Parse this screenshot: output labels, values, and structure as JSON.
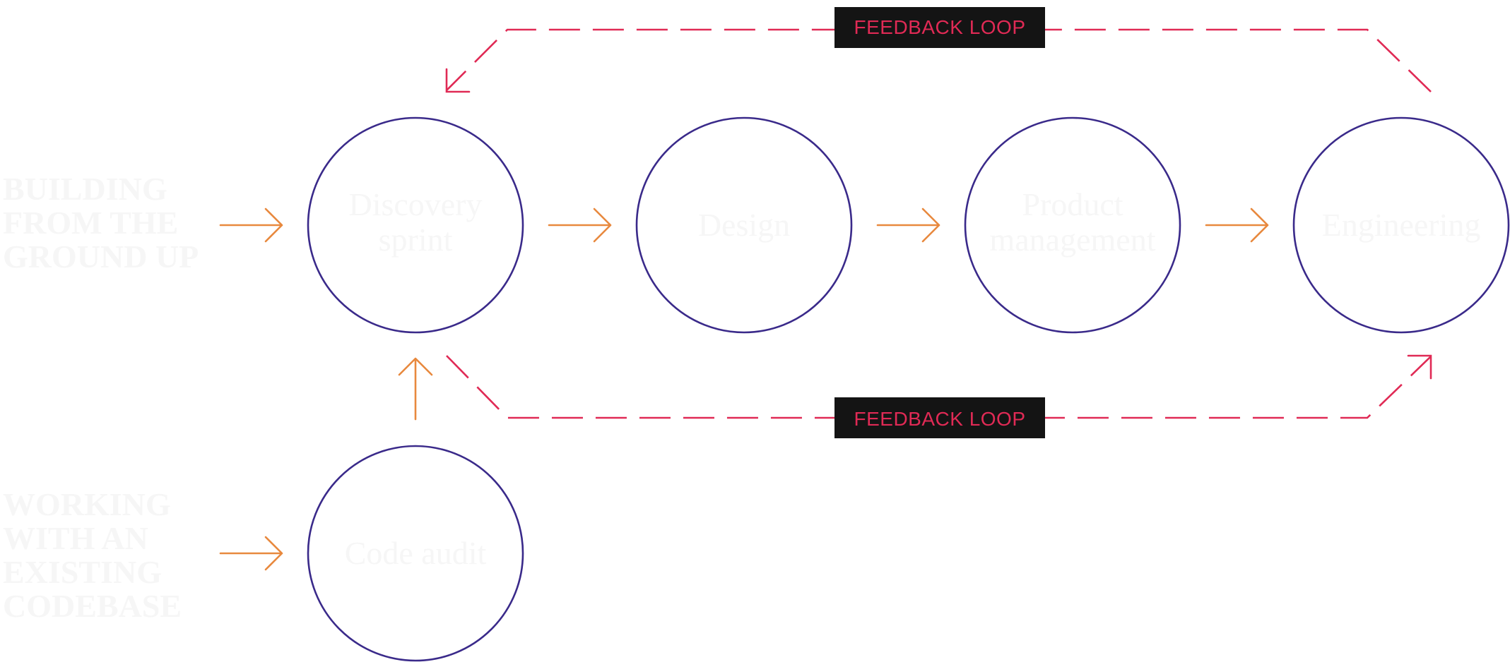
{
  "side_labels": {
    "top": [
      "BUILDING",
      "FROM THE",
      "GROUND UP"
    ],
    "bottom": [
      "WORKING",
      "WITH AN",
      "EXISTING",
      "CODEBASE"
    ]
  },
  "stages": {
    "discovery": [
      "Discovery",
      "sprint"
    ],
    "design": [
      "Design"
    ],
    "product": [
      "Product",
      "management"
    ],
    "engineering": [
      "Engineering"
    ],
    "code_audit": [
      "Code audit"
    ]
  },
  "feedback": {
    "top_label": "FEEDBACK LOOP",
    "bottom_label": "FEEDBACK LOOP"
  },
  "colors": {
    "circle_stroke": "#3a2a8a",
    "flow_arrow": "#e8893e",
    "feedback_loop": "#e02a55",
    "badge_background": "#141414"
  }
}
